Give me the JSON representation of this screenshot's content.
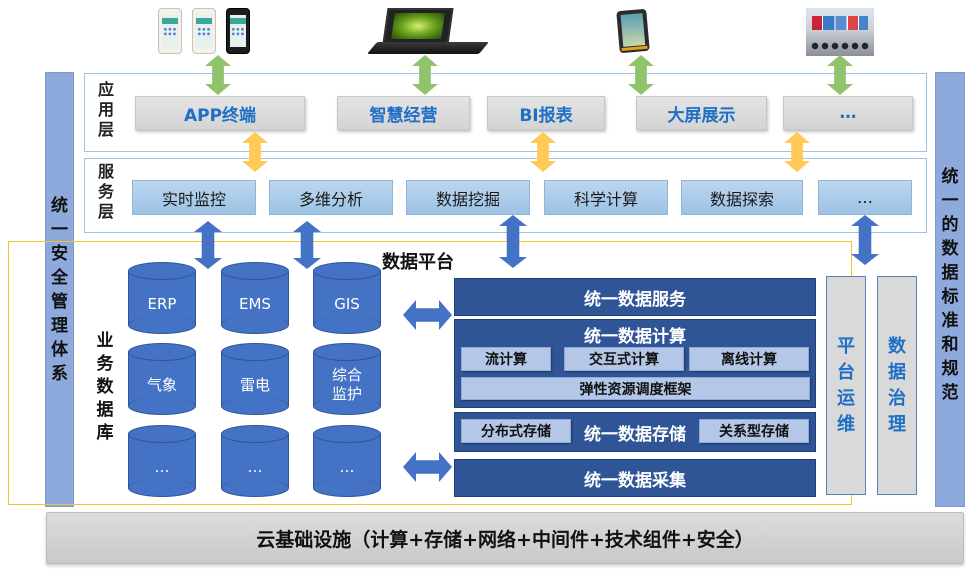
{
  "devices": {
    "items": [
      {
        "name": "mobile-phones",
        "icon": "smartphone-icon"
      },
      {
        "name": "laptop",
        "icon": "laptop-icon"
      },
      {
        "name": "rugged-tablet",
        "icon": "tablet-icon"
      },
      {
        "name": "control-room",
        "icon": "display-wall-icon"
      }
    ]
  },
  "app_layer": {
    "label": "应用层",
    "items": [
      "APP终端",
      "智慧经营",
      "BI报表",
      "大屏展示",
      "…"
    ]
  },
  "service_layer": {
    "label": "服务层",
    "items": [
      "实时监控",
      "多维分析",
      "数据挖掘",
      "科学计算",
      "数据探索",
      "…"
    ]
  },
  "left_bar": {
    "label": "统一安全管理体系"
  },
  "right_bar": {
    "label": "统一的数据标准和规范"
  },
  "data_platform": {
    "title": "数据平台",
    "business_db": {
      "label": "业务数据库",
      "databases": [
        "ERP",
        "EMS",
        "GIS",
        "气象",
        "雷电",
        "综合监护",
        "…",
        "…",
        "…"
      ]
    },
    "data_service": "统一数据服务",
    "data_compute": {
      "title": "统一数据计算",
      "engines": [
        "流计算",
        "交互式计算",
        "离线计算"
      ],
      "scheduler": "弹性资源调度框架"
    },
    "data_storage": {
      "title": "统一数据存储",
      "left": "分布式存储",
      "right": "关系型存储"
    },
    "data_collect": "统一数据采集",
    "ops": "平台运维",
    "governance": "数据治理"
  },
  "infrastructure": {
    "label": "云基础设施（计算+存储+网络+中间件+技术组件+安全）"
  },
  "colors": {
    "app_arrow": "#8fc46a",
    "service_arrow": "#ffc857",
    "platform_arrow": "#4472c4",
    "platform_border": "#f2c230",
    "dark_block": "#2f5597",
    "side_bar": "#8ea9db"
  }
}
